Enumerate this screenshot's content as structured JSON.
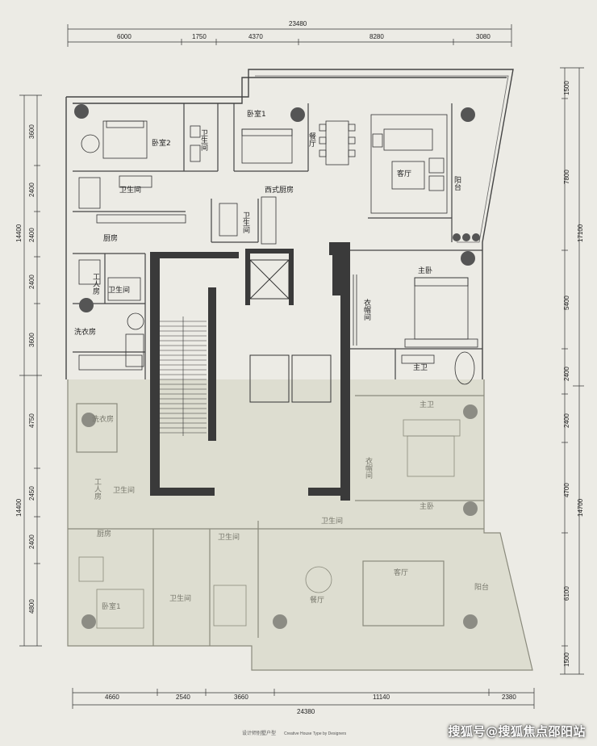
{
  "drawing": {
    "caption": "设计师别墅户型",
    "caption_en": "Creative House Type by Designers",
    "watermark": "搜狐号@搜狐焦点邵阳站"
  },
  "dimensions": {
    "top_total": "23480",
    "top_segments": [
      "6000",
      "1750",
      "4370",
      "8280",
      "3080"
    ],
    "bottom_total": "24380",
    "bottom_segments": [
      "4660",
      "2540",
      "3660",
      "11140",
      "2380"
    ],
    "left_upper_total": "14400",
    "left_upper_segments": [
      "3600",
      "2400",
      "2400",
      "2400",
      "3600"
    ],
    "left_lower_total": "14400",
    "left_lower_segments": [
      "4750",
      "2450",
      "2400",
      "4800"
    ],
    "right_upper_total": "17100",
    "right_upper_segments": [
      "1500",
      "7800",
      "5400",
      "2400"
    ],
    "right_lower_total": "14700",
    "right_lower_segments": [
      "2400",
      "4700",
      "6100",
      "1500"
    ]
  },
  "rooms_upper": {
    "bedroom2": "卧室2",
    "bath_left": "卫生间",
    "bath_small": "卫生间",
    "bedroom1": "卧室1",
    "dining": "餐厅",
    "living": "客厅",
    "balcony": "阳台",
    "western_kitchen": "西式厨房",
    "bath_mid": "卫生间",
    "kitchen": "厨房",
    "worker_room": "工人房",
    "worker_bath": "卫生间",
    "laundry": "洗衣房",
    "master_bedroom": "主卧",
    "closet": "衣帽间",
    "master_bath": "主卫"
  },
  "rooms_lower": {
    "laundry": "洗衣房",
    "worker_room": "工人房",
    "worker_bath": "卫生间",
    "kitchen": "厨房",
    "bath_a": "卫生间",
    "bath_b": "卫生间",
    "bedroom1": "卧室1",
    "dining": "餐厅",
    "living": "客厅",
    "balcony": "阳台",
    "master_bedroom": "主卧",
    "closet": "衣帽间",
    "master_bath": "主卫",
    "bath_c": "卫生间"
  },
  "colors": {
    "paper": "#ecebe5",
    "wall": "#3a3a3a",
    "faded_overlay": "#d9d9c6",
    "line": "#555555"
  }
}
